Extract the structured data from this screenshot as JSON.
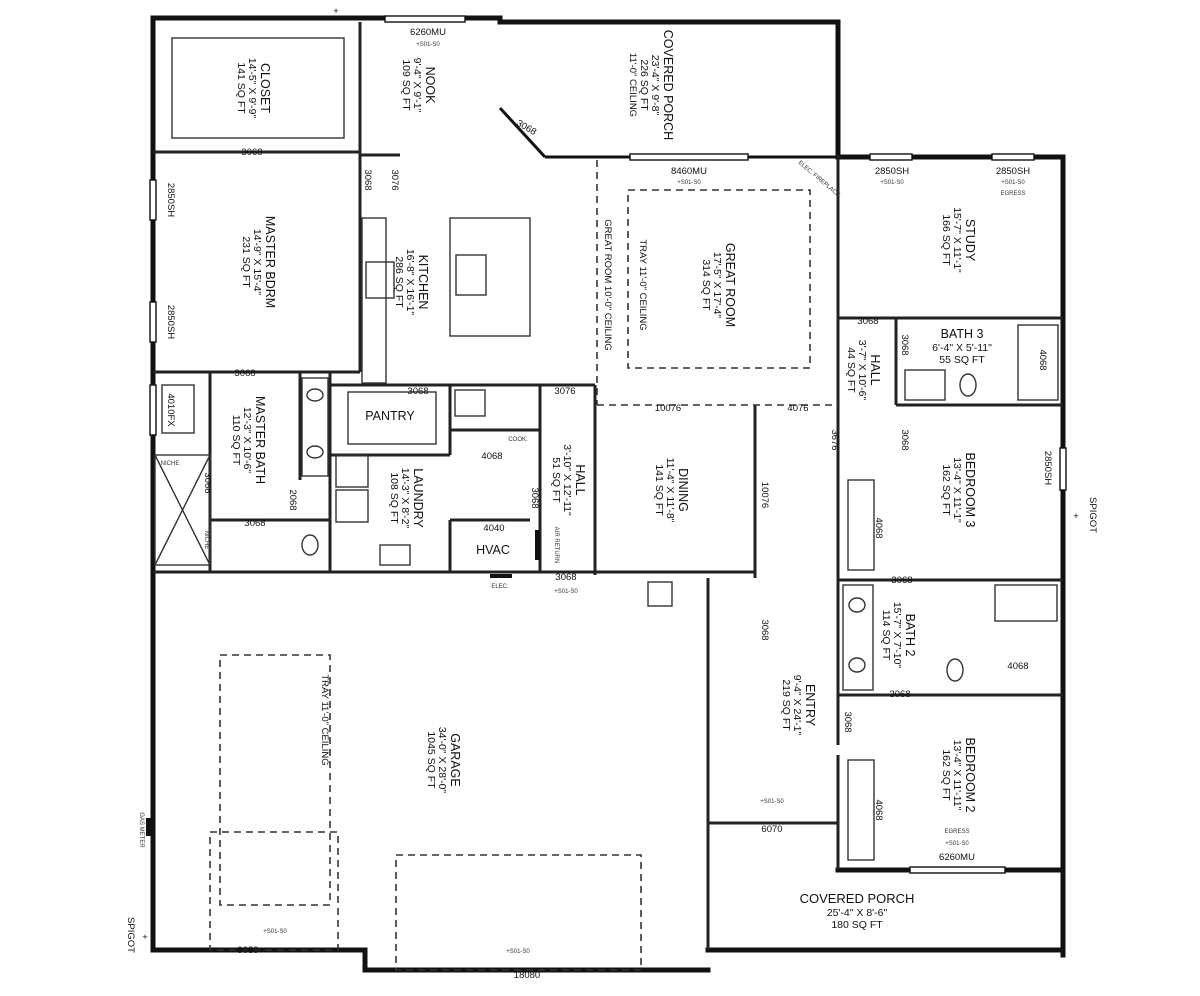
{
  "rooms": {
    "closet": {
      "name": "CLOSET",
      "size": "14'-5\" X 9'-9\"",
      "area": "141 SQ FT"
    },
    "nook": {
      "name": "NOOK",
      "size": "9'-4\" X 9'-1\"",
      "area": "109 SQ FT"
    },
    "covered_porch_top": {
      "name": "COVERED PORCH",
      "size": "23'-4\" X 9'-8\"",
      "area": "226 SQ FT",
      "note": "11'-0\" CEILING"
    },
    "master_bdrm": {
      "name": "MASTER BDRM",
      "size": "14'-9\" X 15'-4\"",
      "area": "231 SQ FT"
    },
    "kitchen": {
      "name": "KITCHEN",
      "size": "16'-8\" X 16'-1\"",
      "area": "286 SQ FT"
    },
    "great_room": {
      "name": "GREAT ROOM",
      "size": "17'-5\" X 17'-4\"",
      "area": "314 SQ FT",
      "note": "GREAT ROOM 10'-0\" CEILING",
      "tray": "TRAY 11'-0\" CEILING"
    },
    "study": {
      "name": "STUDY",
      "size": "15'-7\" X 11'-1\"",
      "area": "166 SQ FT"
    },
    "bath3": {
      "name": "BATH 3",
      "size": "6'-4\" X 5'-11\"",
      "area": "55 SQ FT"
    },
    "hall_right": {
      "name": "HALL",
      "size": "3'-7\" X 10'-6\"",
      "area": "44 SQ FT"
    },
    "pantry": {
      "name": "PANTRY"
    },
    "master_bath": {
      "name": "MASTER BATH",
      "size": "12'-3\" X 10'-6\"",
      "area": "110 SQ FT"
    },
    "laundry": {
      "name": "LAUNDRY",
      "size": "14'-3\" X 8'-2\"",
      "area": "108 SQ FT"
    },
    "hvac": {
      "name": "HVAC"
    },
    "hall_center": {
      "name": "HALL",
      "size": "3'-10\" X 12'-11\"",
      "area": "51 SQ FT"
    },
    "dining": {
      "name": "DINING",
      "size": "11'-4\" X 11'-8\"",
      "area": "141 SQ FT"
    },
    "bedroom3": {
      "name": "BEDROOM 3",
      "size": "13'-4\" X 11'-1\"",
      "area": "162 SQ FT"
    },
    "bath2": {
      "name": "BATH 2",
      "size": "15'-7\" X 7'-10\"",
      "area": "114 SQ FT"
    },
    "entry": {
      "name": "ENTRY",
      "size": "9'-4\" X 24'-1\"",
      "area": "219 SQ FT"
    },
    "bedroom2": {
      "name": "BEDROOM 2",
      "size": "13'-4\" X 11'-11\"",
      "area": "162 SQ FT"
    },
    "garage": {
      "name": "GARAGE",
      "size": "34'-0\" X 28'-0\"",
      "area": "1045 SQ FT",
      "note": "TRAY 11'-0\" CEILING"
    },
    "covered_porch_bottom": {
      "name": "COVERED PORCH",
      "size": "25'-4\" X 8'-6\"",
      "area": "180 SQ FT"
    }
  },
  "door_labels": {
    "d_closet": "3068",
    "d_nook": "3068",
    "d_nook2": "3076",
    "d_porch_top": "3068",
    "d_master_bath": "3068",
    "d_pantry": "3068",
    "d_hall_top": "3076",
    "d_great1": "10076",
    "d_great2": "4076",
    "d_dining": "10076",
    "d_hall_right": "3068",
    "d_bath3_right": "3068",
    "d_hall_3676": "3676",
    "d_br3_hall": "3068",
    "d_br3_closet": "4068",
    "d_bath3_closet": "4068",
    "d_laundry": "4068",
    "d_hvac": "4040",
    "d_hall_c": "3068",
    "d_garage": "3068",
    "d_shower": "3068",
    "d_mb_closet": "2068",
    "d_mb_wc": "3068",
    "d_bath2_top": "3068",
    "d_bath2_bottom": "3068",
    "d_bath2_closet": "4068",
    "d_entry": "3068",
    "d_entry_side": "3068",
    "d_br2": "4068",
    "d_front": "6070",
    "d_garage_door_left": "9080",
    "d_garage_door_right": "18080"
  },
  "window_labels": {
    "w_nook": "6260MU",
    "w_great": "8460MU",
    "w_study1": "2850SH",
    "w_study2": "2850SH",
    "w_master1": "2850SH",
    "w_master2": "2850SH",
    "w_mbath": "4010FX",
    "w_br3": "2850SH",
    "w_br2": "6260MU"
  },
  "tiny_labels": {
    "header": "+S01-S0",
    "egress": "EGRESS"
  },
  "annotations": {
    "elec_fireplace": "ELEC. FIREPLACE",
    "cook": "COOK.",
    "elec": "ELEC.",
    "niche_top": "NICHE",
    "niche_bottom": "NICHE",
    "air_return": "AIR RETURN",
    "gas_meter": "GAS METER",
    "spigot_right": "SPIGOT",
    "spigot_left": "SPIGOT"
  }
}
